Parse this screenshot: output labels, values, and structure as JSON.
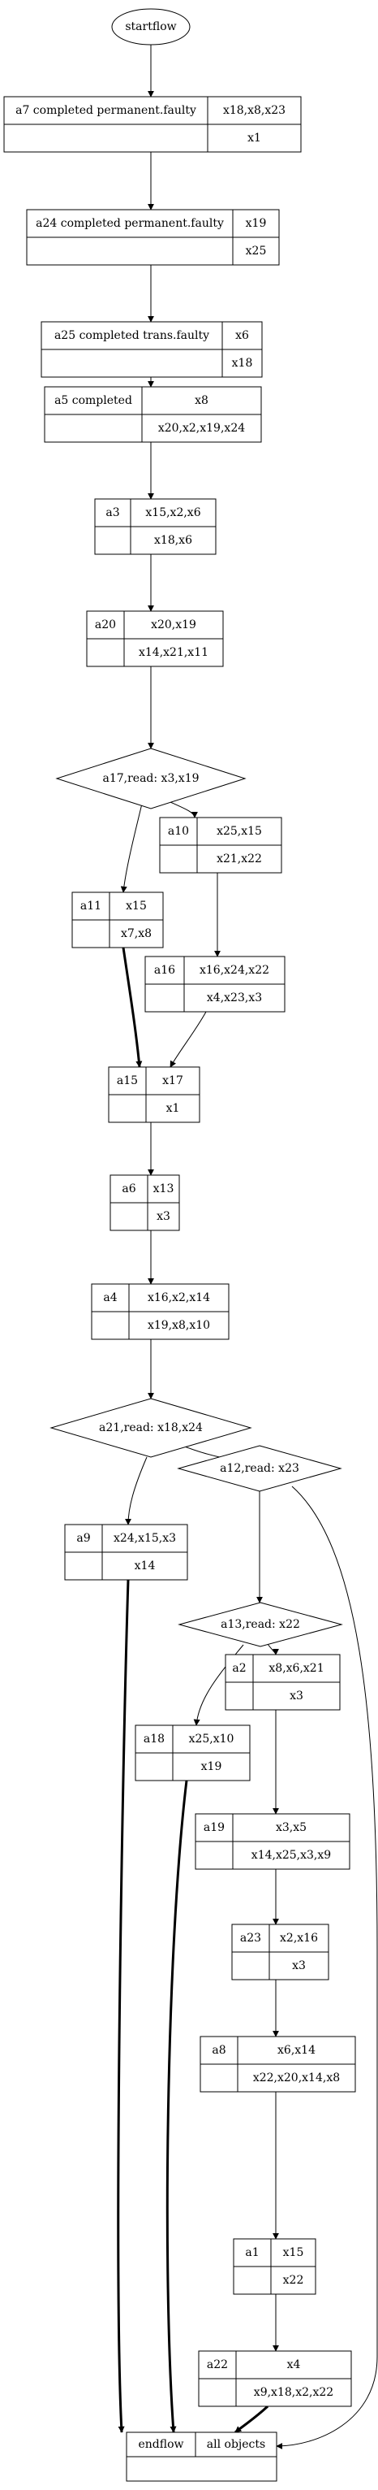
{
  "start": {
    "label": "startflow"
  },
  "end": {
    "label": "endflow",
    "objects": "all objects"
  },
  "nodes": [
    {
      "id": "a7",
      "title": "a7 completed permanent.faulty",
      "top": "x18,x8,x23",
      "bottom": "x1"
    },
    {
      "id": "a24",
      "title": "a24 completed permanent.faulty",
      "top": "x19",
      "bottom": "x25"
    },
    {
      "id": "a25",
      "title": "a25 completed trans.faulty",
      "top": "x6",
      "bottom": "x18"
    },
    {
      "id": "a5",
      "title": "a5 completed",
      "top": "x8",
      "bottom": "x20,x2,x19,x24"
    },
    {
      "id": "a3",
      "title": "a3",
      "top": "x15,x2,x6",
      "bottom": "x18,x6"
    },
    {
      "id": "a20",
      "title": "a20",
      "top": "x20,x19",
      "bottom": "x14,x21,x11"
    },
    {
      "id": "a10",
      "title": "a10",
      "top": "x25,x15",
      "bottom": "x21,x22"
    },
    {
      "id": "a11",
      "title": "a11",
      "top": "x15",
      "bottom": "x7,x8"
    },
    {
      "id": "a16",
      "title": "a16",
      "top": "x16,x24,x22",
      "bottom": "x4,x23,x3"
    },
    {
      "id": "a15",
      "title": "a15",
      "top": "x17",
      "bottom": "x1"
    },
    {
      "id": "a6",
      "title": "a6",
      "top": "x13",
      "bottom": "x3"
    },
    {
      "id": "a4",
      "title": "a4",
      "top": "x16,x2,x14",
      "bottom": "x19,x8,x10"
    },
    {
      "id": "a9",
      "title": "a9",
      "top": "x24,x15,x3",
      "bottom": "x14"
    },
    {
      "id": "a2",
      "title": "a2",
      "top": "x8,x6,x21",
      "bottom": "x3"
    },
    {
      "id": "a18",
      "title": "a18",
      "top": "x25,x10",
      "bottom": "x19"
    },
    {
      "id": "a19",
      "title": "a19",
      "top": "x3,x5",
      "bottom": "x14,x25,x3,x9"
    },
    {
      "id": "a23",
      "title": "a23",
      "top": "x2,x16",
      "bottom": "x3"
    },
    {
      "id": "a8",
      "title": "a8",
      "top": "x6,x14",
      "bottom": "x22,x20,x14,x8"
    },
    {
      "id": "a1",
      "title": "a1",
      "top": "x15",
      "bottom": "x22"
    },
    {
      "id": "a22",
      "title": "a22",
      "top": "x4",
      "bottom": "x9,x18,x2,x22"
    }
  ],
  "decisions": [
    {
      "id": "a17",
      "label": "a17,read: x3,x19"
    },
    {
      "id": "a21",
      "label": "a21,read: x18,x24"
    },
    {
      "id": "a12",
      "label": "a12,read: x23"
    },
    {
      "id": "a13",
      "label": "a13,read: x22"
    }
  ],
  "edges": [
    {
      "from": "start",
      "to": "a7",
      "weight": "normal"
    },
    {
      "from": "a7",
      "to": "a24",
      "weight": "normal"
    },
    {
      "from": "a24",
      "to": "a25",
      "weight": "normal"
    },
    {
      "from": "a25",
      "to": "a5",
      "weight": "normal"
    },
    {
      "from": "a5",
      "to": "a3",
      "weight": "normal"
    },
    {
      "from": "a3",
      "to": "a20",
      "weight": "normal"
    },
    {
      "from": "a20",
      "to": "a17",
      "weight": "normal"
    },
    {
      "from": "a17",
      "to": "a11",
      "weight": "normal"
    },
    {
      "from": "a17",
      "to": "a10",
      "weight": "normal"
    },
    {
      "from": "a10",
      "to": "a16",
      "weight": "normal"
    },
    {
      "from": "a11",
      "to": "a15",
      "weight": "bold"
    },
    {
      "from": "a16",
      "to": "a15",
      "weight": "normal"
    },
    {
      "from": "a15",
      "to": "a6",
      "weight": "normal"
    },
    {
      "from": "a6",
      "to": "a4",
      "weight": "normal"
    },
    {
      "from": "a4",
      "to": "a21",
      "weight": "normal"
    },
    {
      "from": "a21",
      "to": "a9",
      "weight": "normal"
    },
    {
      "from": "a21",
      "to": "a12",
      "weight": "normal"
    },
    {
      "from": "a12",
      "to": "a13",
      "weight": "normal"
    },
    {
      "from": "a12",
      "to": "end",
      "weight": "normal"
    },
    {
      "from": "a13",
      "to": "a18",
      "weight": "normal"
    },
    {
      "from": "a13",
      "to": "a2",
      "weight": "normal"
    },
    {
      "from": "a2",
      "to": "a19",
      "weight": "normal"
    },
    {
      "from": "a19",
      "to": "a23",
      "weight": "normal"
    },
    {
      "from": "a23",
      "to": "a8",
      "weight": "normal"
    },
    {
      "from": "a8",
      "to": "a1",
      "weight": "normal"
    },
    {
      "from": "a1",
      "to": "a22",
      "weight": "normal"
    },
    {
      "from": "a9",
      "to": "end",
      "weight": "bold"
    },
    {
      "from": "a18",
      "to": "end",
      "weight": "bold"
    },
    {
      "from": "a22",
      "to": "end",
      "weight": "bold"
    }
  ]
}
